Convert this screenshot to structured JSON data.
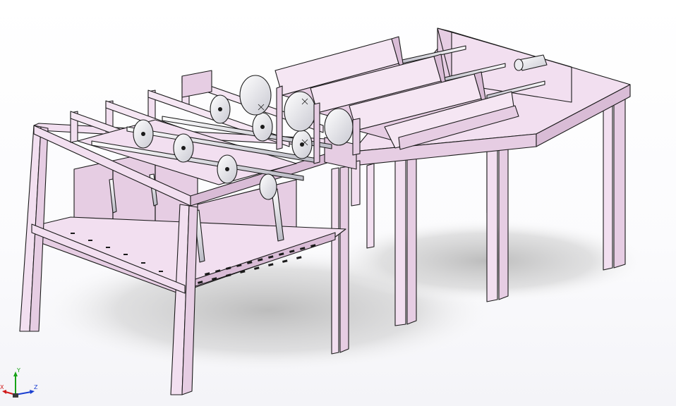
{
  "viewport": {
    "background": "#ffffff",
    "part_color": "#f2dff0",
    "part_shade": "#e6cde3",
    "part_dark": "#d9bcd6",
    "edge_color": "#1a1a1a",
    "shadow_color": "#c7c7c7",
    "roller_color": "#ececf0"
  },
  "triad": {
    "x_label": "X",
    "y_label": "Y",
    "z_label": "Z",
    "x_color": "#d11a1a",
    "y_color": "#17a317",
    "z_color": "#1a3fd1"
  }
}
